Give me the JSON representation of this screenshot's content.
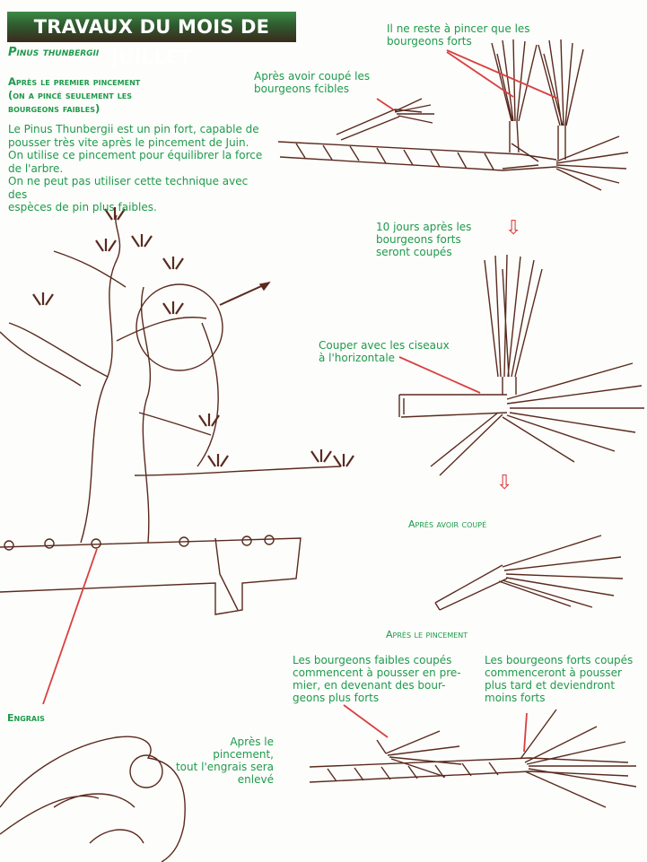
{
  "header": {
    "title": "TRAVAUX DU MOIS DE JUILLET"
  },
  "species": "Pinus thunbergii",
  "subheading": [
    "Après le premier pincement",
    "(on a pincé seulement les",
    "bourgeons faibles)"
  ],
  "body_text": [
    "Le Pinus Thunbergii est un pin fort, capable de",
    "pousser très vite après le pincement de Juin.",
    "On utilise ce pincement pour équilibrer la force",
    "de l'arbre.",
    "On ne peut pas utiliser cette technique avec des",
    "espèces de pin plus faibles."
  ],
  "captions": {
    "after_weak_cut": [
      "Après avoir coupé les",
      "bourgeons fcibles"
    ],
    "only_strong_left": [
      "Il ne reste à pincer que les",
      "bourgeons forts"
    ],
    "ten_days": [
      "10 jours après les",
      "bourgeons forts",
      "seront coupés"
    ],
    "cut_scissors": [
      "Couper avec les ciseaux",
      "à l'horizontale"
    ],
    "after_cut": "Après avoir coupé",
    "after_pinching": "Après le pincement",
    "weak_buds": [
      "Les bourgeons faibles coupés",
      "commencent à pousser en pre-",
      "mier, en devenant des bour-",
      "geons plus forts"
    ],
    "strong_buds": [
      "Les bourgeons forts coupés",
      "commenceront à pousser",
      "plus tard et deviendront",
      "moins forts"
    ],
    "fertilizer_title": "Engrais",
    "fertilizer_note": [
      "Après le pincement,",
      "tout l'engrais sera",
      "enlevé"
    ]
  },
  "icons": {
    "down_arrow": "⇩"
  },
  "colors": {
    "text_green": "#1f9a4c",
    "arrow_red": "#d94040",
    "ink_brown": "#5a2a1e"
  }
}
